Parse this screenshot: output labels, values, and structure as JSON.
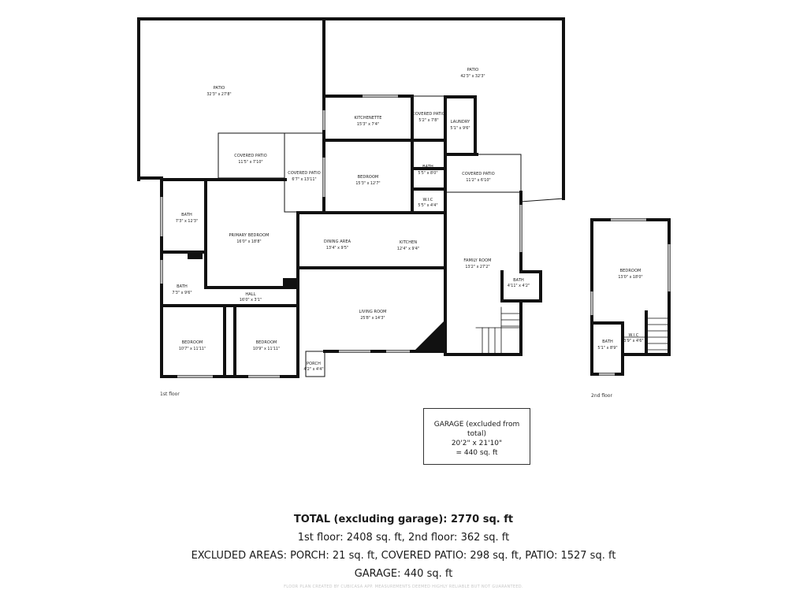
{
  "rooms": {
    "patio_left": {
      "name": "PATIO",
      "dim": "32'3\" x 27'8\""
    },
    "patio_right": {
      "name": "PATIO",
      "dim": "42'3\" x 32'3\""
    },
    "kitchenette": {
      "name": "KITCHENETTE",
      "dim": "15'3\" x 7'4\""
    },
    "covered_patio_top": {
      "name": "COVERED PATIO",
      "dim": "5'2\" x 7'8\""
    },
    "laundry": {
      "name": "LAUNDRY",
      "dim": "5'1\" x 9'6\""
    },
    "covered_patio_a": {
      "name": "COVERED PATIO",
      "dim": "11'5\" x 7'10\""
    },
    "covered_patio_b": {
      "name": "COVERED PATIO",
      "dim": "6'7\" x 13'11\""
    },
    "bedroom_mid": {
      "name": "BEDROOM",
      "dim": "15'3\" x 12'7\""
    },
    "bath_mid": {
      "name": "BATH",
      "dim": "5'5\" x 8'0\""
    },
    "wic_mid": {
      "name": "W.I.C",
      "dim": "5'5\" x 4'4\""
    },
    "covered_patio_c": {
      "name": "COVERED PATIO",
      "dim": "11'2\" x 6'10\""
    },
    "bath_left_top": {
      "name": "BATH",
      "dim": "7'3\" x 12'3\""
    },
    "primary_bedroom": {
      "name": "PRIMARY BEDROOM",
      "dim": "16'0\" x 18'8\""
    },
    "dining": {
      "name": "DINING AREA",
      "dim": "13'4\" x 9'5\""
    },
    "kitchen": {
      "name": "KITCHEN",
      "dim": "12'4\" x 9'4\""
    },
    "family_room": {
      "name": "FAMILY ROOM",
      "dim": "13'2\" x 27'2\""
    },
    "bath_small": {
      "name": "BATH",
      "dim": "4'11\" x 4'2\""
    },
    "bath_left_bottom": {
      "name": "BATH",
      "dim": "7'3\" x 9'6\""
    },
    "hall": {
      "name": "HALL",
      "dim": "16'0\" x 3'1\""
    },
    "living": {
      "name": "LIVING ROOM",
      "dim": "25'8\" x 14'3\""
    },
    "bedroom_bl": {
      "name": "BEDROOM",
      "dim": "10'7\" x 11'11\""
    },
    "bedroom_bm": {
      "name": "BEDROOM",
      "dim": "10'9\" x 11'11\""
    },
    "porch": {
      "name": "PORCH",
      "dim": "4'2\" x 4'4\""
    },
    "bedroom_2nd": {
      "name": "BEDROOM",
      "dim": "13'0\" x 18'0\""
    },
    "bath_2nd": {
      "name": "BATH",
      "dim": "5'1\" x 8'9\""
    },
    "wic_2nd": {
      "name": "W.I.C",
      "dim": "3'9\" x 4'6\""
    }
  },
  "floors": {
    "first": "1st floor",
    "second": "2nd floor"
  },
  "garage_box": {
    "line1": "GARAGE (excluded from total)",
    "line2": "20'2\" x 21'10\"",
    "line3": "= 440 sq. ft"
  },
  "summary": {
    "total": "TOTAL (excluding garage): 2770 sq. ft",
    "floors": "1st floor: 2408 sq. ft, 2nd floor: 362 sq. ft",
    "excluded": "EXCLUDED AREAS: PORCH: 21 sq. ft, COVERED PATIO: 298 sq. ft, PATIO: 1527 sq. ft",
    "garage": "GARAGE: 440 sq. ft"
  },
  "disclaimer": "FLOOR PLAN CREATED BY CUBICASA APP. MEASUREMENTS DEEMED HIGHLY RELIABLE BUT NOT GUARANTEED."
}
